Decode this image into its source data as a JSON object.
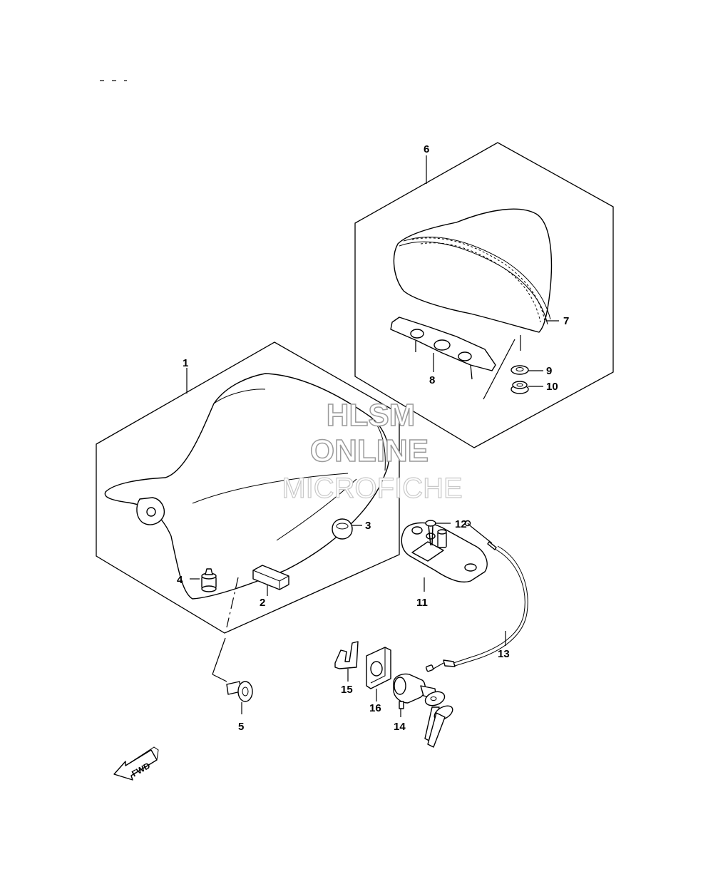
{
  "callouts": {
    "c1": "1",
    "c2": "2",
    "c3": "3",
    "c4": "4",
    "c5": "5",
    "c6": "6",
    "c7": "7",
    "c8": "8",
    "c9": "9",
    "c10": "10",
    "c11": "11",
    "c12": "12",
    "c13": "13",
    "c14": "14",
    "c15": "15",
    "c16": "16"
  },
  "fwd_arrow": {
    "label": "FWD"
  },
  "watermark": {
    "line1": "HLSM",
    "line2": "ONLINE",
    "line3": "MICROFICHE"
  },
  "colors": {
    "line": "#000000",
    "watermark_outline": "#9a9a9a"
  }
}
